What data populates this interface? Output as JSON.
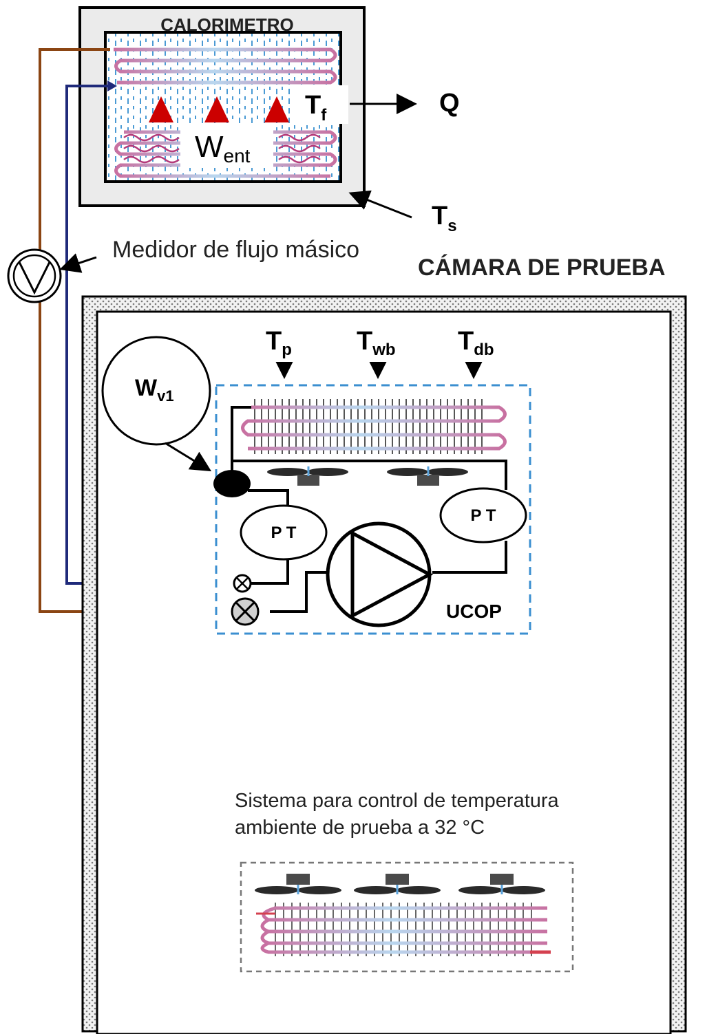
{
  "calorimeter": {
    "title": "CALORIMETRO",
    "tf_main": "T",
    "tf_sub": "f",
    "went_main": "W",
    "went_sub": "ent",
    "q_label": "Q",
    "ts_main": "T",
    "ts_sub": "s"
  },
  "flow_meter": {
    "label": "Medidor de flujo másico"
  },
  "chamber": {
    "title": "CÁMARA DE PRUEBA",
    "tp_main": "T",
    "tp_sub": "p",
    "twb_main": "T",
    "twb_sub": "wb",
    "tdb_main": "T",
    "tdb_sub": "db",
    "wv1_main": "W",
    "wv1_sub": "v1",
    "pt_left": "P T",
    "pt_right": "P T",
    "ucop": "UCOP",
    "control_line1": "Sistema para control de temperatura",
    "control_line2": "ambiente de prueba a 32 °C"
  },
  "colors": {
    "liquid_line": "#8b4513",
    "suction_line": "#1f2a7a",
    "dashed_box": "#3b8fd0",
    "heater_red": "#cc0000",
    "coil_pink": "#c86fa0",
    "coil_blue": "#a7cbe8"
  }
}
